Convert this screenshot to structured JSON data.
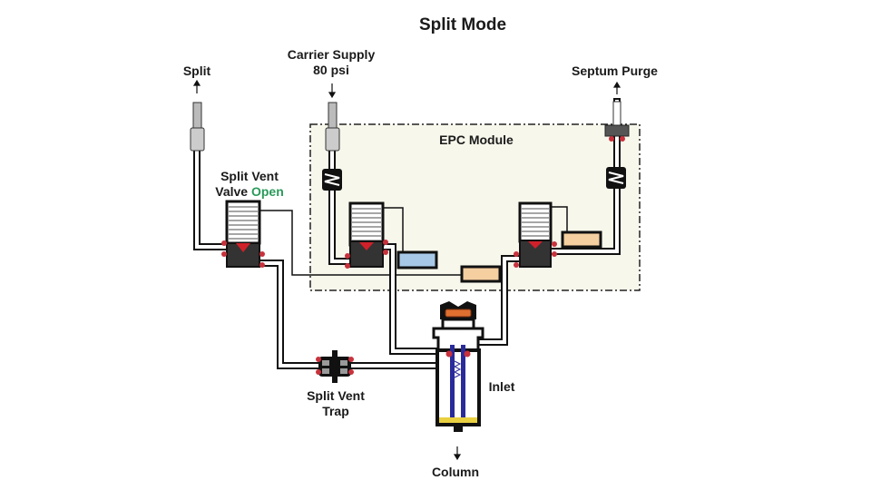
{
  "title": "Split Mode",
  "labels": {
    "split": "Split",
    "carrier_supply_line1": "Carrier Supply",
    "carrier_supply_line2": "80 psi",
    "septum_purge": "Septum Purge",
    "epc_module": "EPC Module",
    "split_vent_valve_line1": "Split Vent",
    "split_vent_valve_line2": "Valve",
    "split_vent_valve_state": "Open",
    "split_vent_trap_line1": "Split Vent",
    "split_vent_trap_line2": "Trap",
    "inlet": "Inlet",
    "column": "Column"
  },
  "colors": {
    "open_state": "#2a9a5a",
    "epc_fill": "#f8f7ec",
    "valve_seat": "#d0202a",
    "oring": "#c8323c",
    "sensor_blue": "#a8c8e8",
    "sensor_peach": "#f5cfa0",
    "septum": "#e07030",
    "liner": "#2a2a9a",
    "base_yellow": "#e8d040"
  }
}
